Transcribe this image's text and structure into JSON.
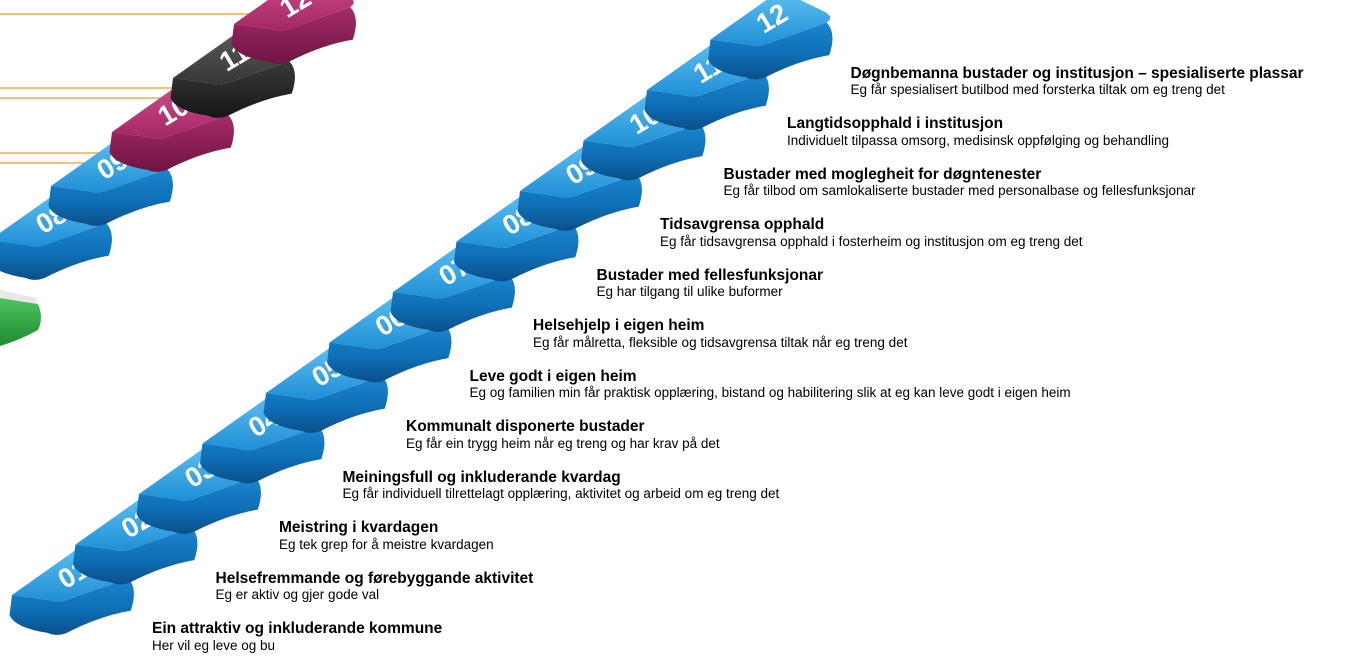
{
  "colors": {
    "blue_top": "#3aa7e6",
    "blue_side": "#0e6fb8",
    "magenta_top": "#b4336f",
    "magenta_side": "#8a1d55",
    "dark_top": "#4a4a4a",
    "dark_side": "#262626",
    "green": "#2fae45",
    "orange_line": "#f39a1e"
  },
  "steps": [
    {
      "num": "01",
      "title": "Ein attraktiv og inkluderande kommune",
      "text": "Her vil eg leve og bu"
    },
    {
      "num": "02",
      "title": "Helsefremmande og førebyggande aktivitet",
      "text": "Eg er aktiv og gjer gode val"
    },
    {
      "num": "03",
      "title": "Meistring i kvardagen",
      "text": "Eg tek grep for å meistre kvardagen"
    },
    {
      "num": "04",
      "title": "Meiningsfull og inkluderande kvardag",
      "text": "Eg får individuell tilrettelagt opplæring, aktivitet og arbeid om eg treng det"
    },
    {
      "num": "05",
      "title": "Kommunalt disponerte bustader",
      "text": "Eg får ein trygg heim når eg treng og har krav på det"
    },
    {
      "num": "06",
      "title": "Leve godt i eigen heim",
      "text": "Eg og familien min får praktisk opplæring, bistand og habilitering slik at eg kan leve godt i eigen heim"
    },
    {
      "num": "07",
      "title": "Helsehjelp i eigen heim",
      "text": "Eg får målretta, fleksible og tidsavgrensa tiltak når eg treng det"
    },
    {
      "num": "08",
      "title": "Bustader med fellesfunksjonar",
      "text": "Eg har tilgang til ulike buformer"
    },
    {
      "num": "09",
      "title": "Tidsavgrensa opphald",
      "text": "Eg får tidsavgrensa opphald i fosterheim og institusjon om eg treng det"
    },
    {
      "num": "10",
      "title": "Bustader med moglegheit for døgntenester",
      "text": "Eg får tilbod om samlokaliserte bustader med personalbase og fellesfunksjonar"
    },
    {
      "num": "11",
      "title": "Langtidsopphald i institusjon",
      "text": "Individuelt tilpassa omsorg, medisinsk oppfølging og behandling"
    },
    {
      "num": "12",
      "title": "Døgnbemanna bustader og institusjon – spesialiserte plassar",
      "text": "Eg får spesialisert butilbod med forsterka tiltak om eg treng det"
    }
  ],
  "partial_stair": {
    "blocks": [
      {
        "num": "08",
        "color": "blue"
      },
      {
        "num": "09",
        "color": "blue"
      },
      {
        "num": "10",
        "color": "magenta"
      },
      {
        "num": "11",
        "color": "dark"
      },
      {
        "num": "12",
        "color": "magenta"
      }
    ]
  }
}
